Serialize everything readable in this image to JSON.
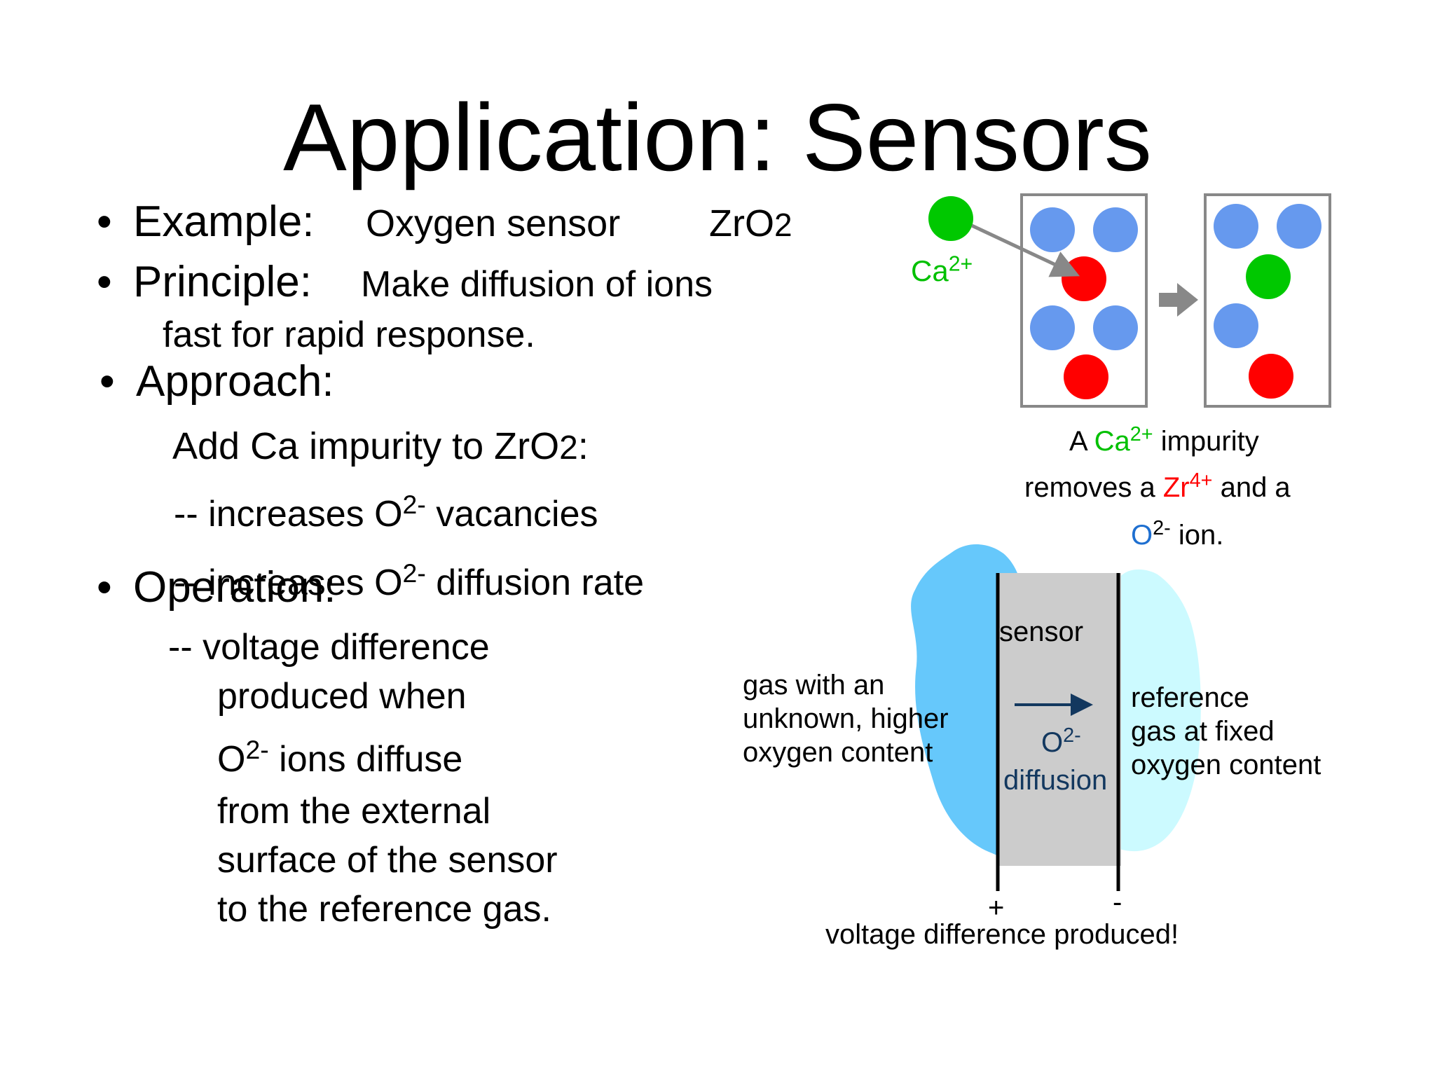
{
  "title": "Application:  Sensors",
  "bullets": {
    "example_label": "Example:",
    "example_text": "Oxygen sensor",
    "example_formula": "ZrO",
    "example_formula_sub": "2",
    "principle_label": "Principle:",
    "principle_text": "Make diffusion of ions",
    "principle_text2": "fast for rapid response.",
    "approach_label": "Approach:",
    "approach_line1": "Add Ca impurity to ZrO",
    "approach_line1_sub": "2",
    "approach_line1_end": ":",
    "approach_line2_pre": "-- increases O",
    "approach_line2_sup": "2-",
    "approach_line2_post": " vacancies",
    "approach_line3_pre": "-- increases O",
    "approach_line3_sup": "2-",
    "approach_line3_post": " diffusion rate",
    "operation_label": "Operation:",
    "operation_lines": [
      "-- voltage difference",
      "produced when"
    ],
    "operation_o": "O",
    "operation_o_sup": "2-",
    "operation_o_post": " ions diffuse",
    "operation_lines2": [
      "from the external",
      "surface of the sensor",
      "to the reference gas."
    ]
  },
  "lattice": {
    "ca_label": "Ca",
    "ca_sup": "2+",
    "caption": {
      "l1_a": "A ",
      "l1_ca": "Ca",
      "l1_ca_sup": "2+",
      "l1_b": " impurity",
      "l2_a": "removes a ",
      "l2_zr": "Zr",
      "l2_zr_sup": "4+",
      "l2_b": " and a",
      "l3_o": "O",
      "l3_o_sup": "2-",
      "l3_b": " ion."
    },
    "colors": {
      "ca": "#00c800",
      "zr": "#ff0000",
      "o": "#6699ee",
      "frame": "#888888",
      "arrow": "#888888"
    }
  },
  "sensor": {
    "sensor_label": "sensor",
    "left_gas": [
      "gas with an",
      "unknown, higher",
      "oxygen content"
    ],
    "right_gas": [
      "reference",
      "gas at fixed",
      "oxygen content"
    ],
    "diffusion_o": "O",
    "diffusion_o_sup": "2-",
    "diffusion_label": "diffusion",
    "plus": "+",
    "minus": "-",
    "voltage_label": "voltage difference produced!",
    "colors": {
      "left_blob": "#66c8fb",
      "right_blob": "#ccfaff",
      "sensor_body": "#cccccc",
      "arrow": "#13385f"
    }
  }
}
